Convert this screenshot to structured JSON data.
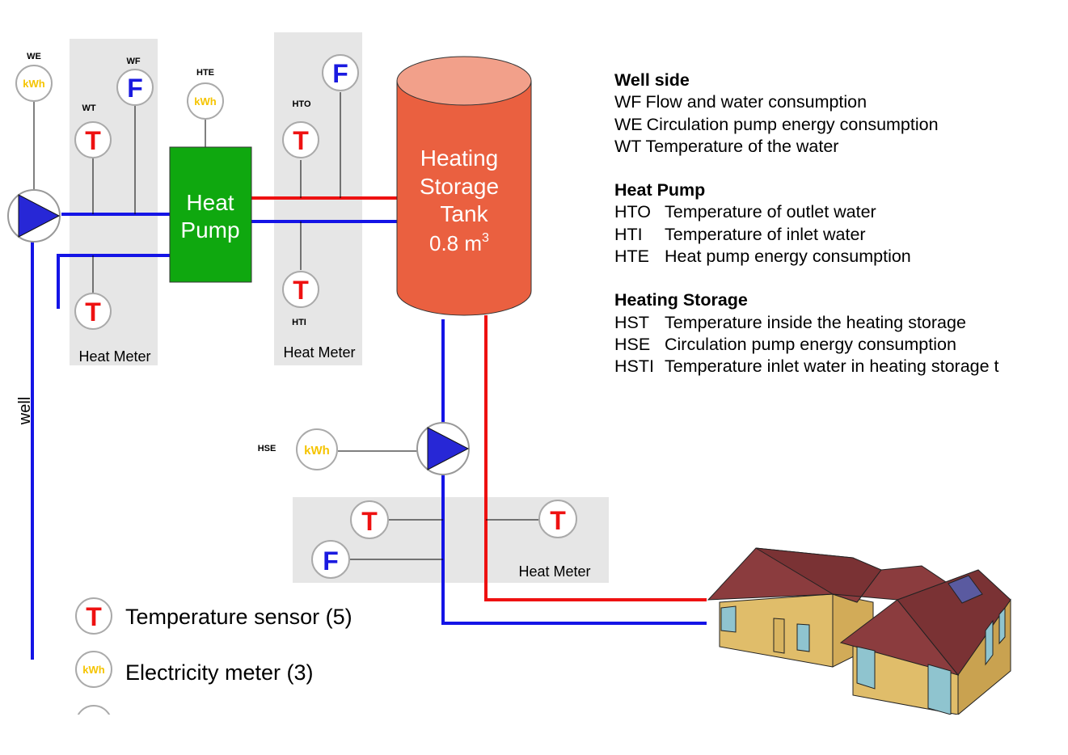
{
  "labels": {
    "well": "well",
    "heat_pump_line1": "Heat",
    "heat_pump_line2": "Pump",
    "tank_line1": "Heating",
    "tank_line2": "Storage",
    "tank_line3": "Tank",
    "tank_volume": "0.8 m",
    "tank_volume_sup": "3",
    "heat_meter": "Heat Meter"
  },
  "sensors": {
    "we": {
      "tag": "WE",
      "symbol": "kWh"
    },
    "wf": {
      "tag": "WF",
      "symbol": "F"
    },
    "wt": {
      "tag": "WT",
      "symbol": "T"
    },
    "hte": {
      "tag": "HTE",
      "symbol": "kWh"
    },
    "hto": {
      "tag": "HTO",
      "symbol": "T"
    },
    "hti": {
      "tag": "HTI",
      "symbol": "T"
    },
    "hse": {
      "tag": "HSE",
      "symbol": "kWh"
    }
  },
  "legend": {
    "groups": [
      {
        "heading": "Well side",
        "rows": [
          {
            "code": "WF",
            "desc": "Flow and water consumption"
          },
          {
            "code": "WE",
            "desc": "Circulation pump energy consumption"
          },
          {
            "code": "WT",
            "desc": "Temperature of the water"
          }
        ]
      },
      {
        "heading": "Heat Pump",
        "rows": [
          {
            "code": "HTO",
            "desc": "Temperature of outlet water"
          },
          {
            "code": "HTI",
            "desc": "Temperature of inlet water"
          },
          {
            "code": "HTE",
            "desc": "Heat pump energy consumption"
          }
        ]
      },
      {
        "heading": "Heating Storage",
        "rows": [
          {
            "code": "HST",
            "desc": "Temperature inside the heating storage"
          },
          {
            "code": "HSE",
            "desc": "Circulation pump energy consumption"
          },
          {
            "code": "HSTI",
            "desc": "Temperature inlet water in heating storage t"
          }
        ]
      }
    ]
  },
  "key": {
    "temperature": {
      "symbol": "T",
      "label": "Temperature sensor (5)"
    },
    "electricity": {
      "symbol": "kWh",
      "label": "Electricity meter (3)"
    }
  },
  "colors": {
    "blue_pipe": "#1414e6",
    "red_pipe": "#ee1111",
    "heat_pump": "#0fa80f",
    "tank": "#ea6040",
    "tank_top": "#f2a08a",
    "meter_box": "#e6e6e6",
    "kwh_text": "#f5c400",
    "flow_text": "#1a1ae0",
    "temp_text": "#ee1111",
    "pump_fill": "#2727d6",
    "roof": "#8b3c3e",
    "wall": "#e0bd6a"
  }
}
